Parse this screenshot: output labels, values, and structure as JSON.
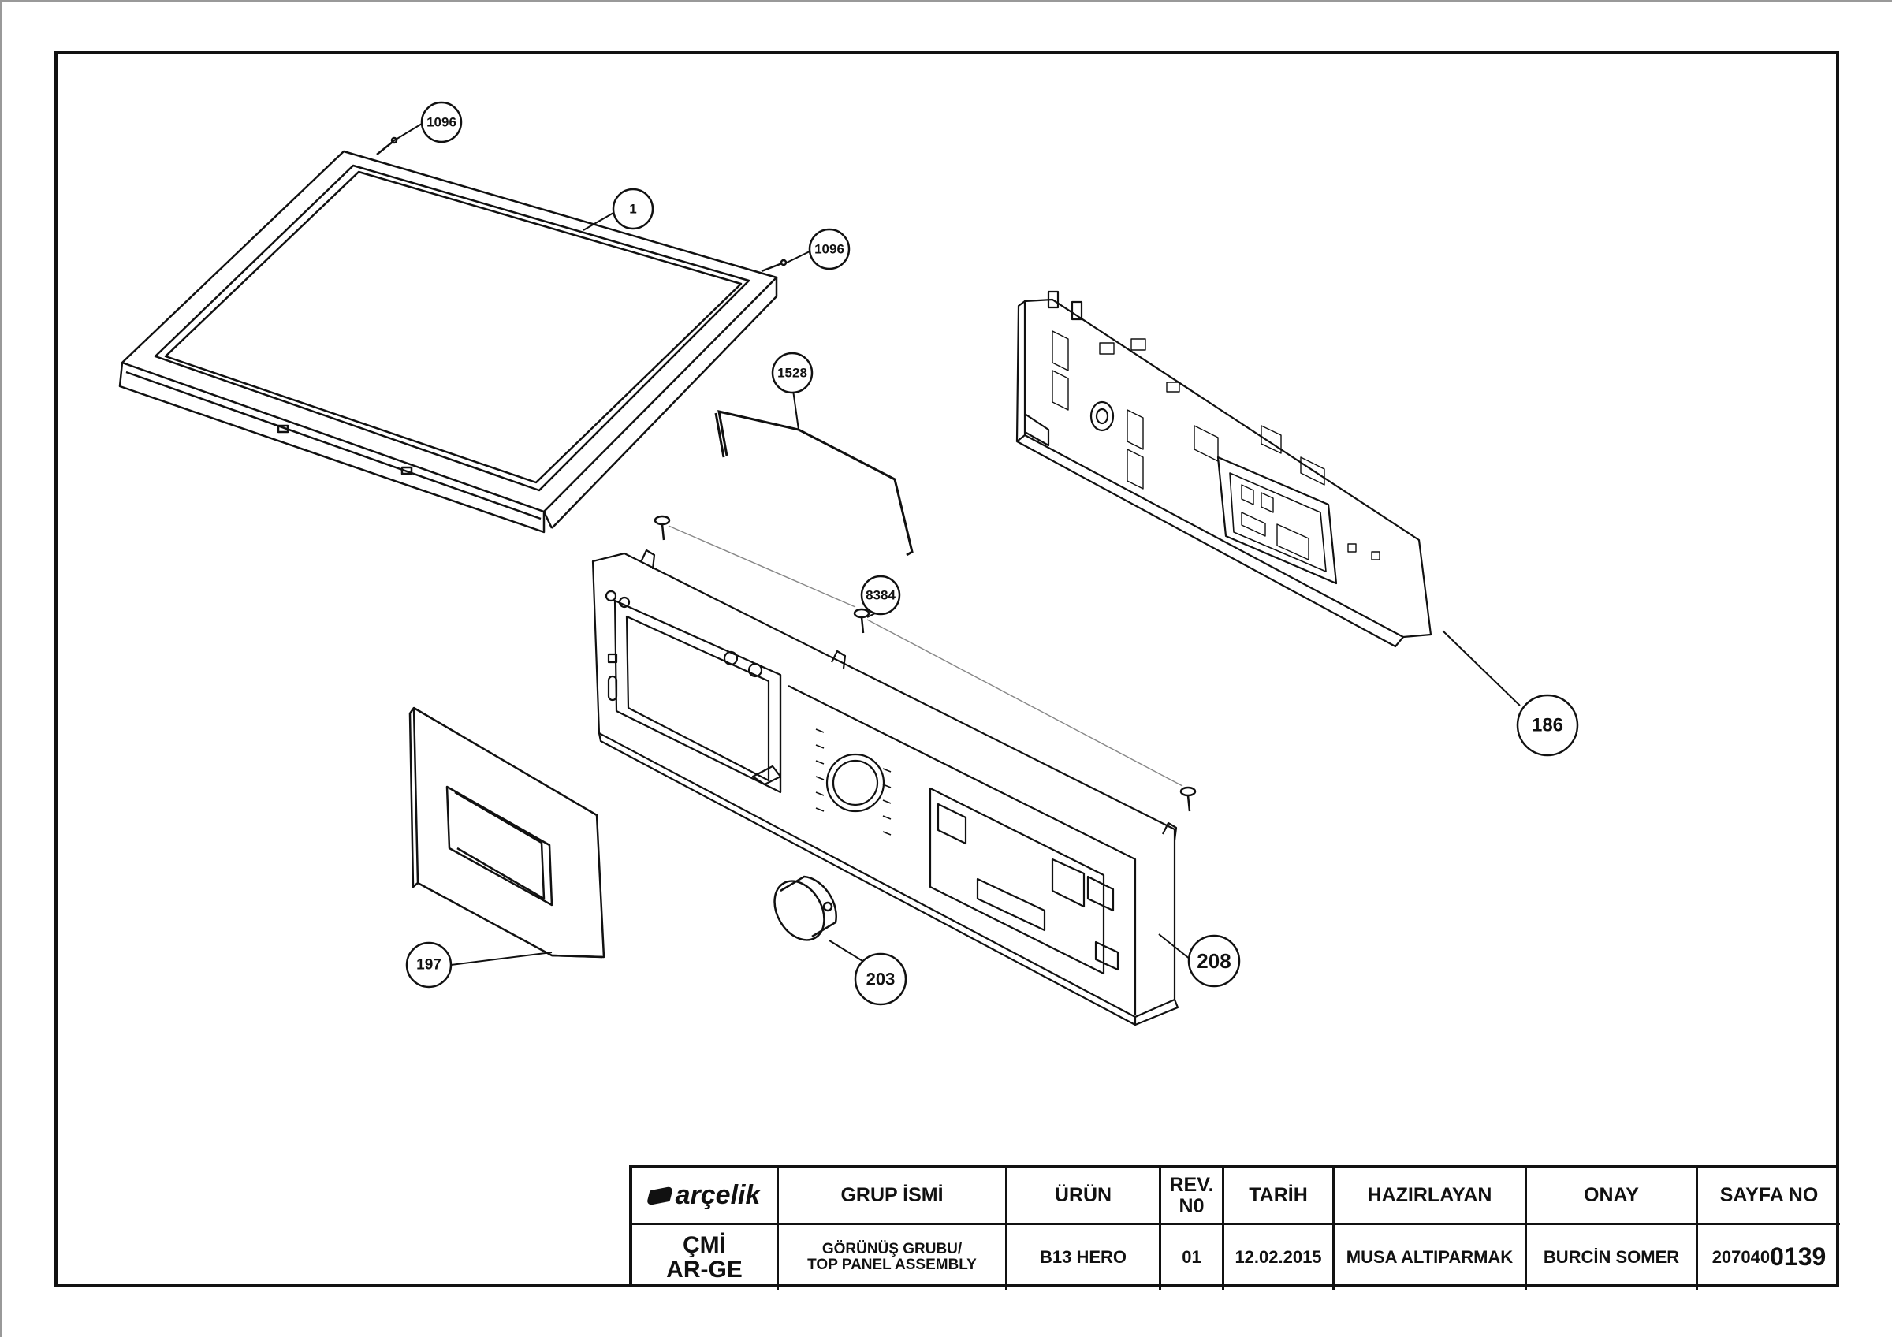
{
  "callouts": [
    {
      "id": "c1096a",
      "label": "1096"
    },
    {
      "id": "c1",
      "label": "1"
    },
    {
      "id": "c1096b",
      "label": "1096"
    },
    {
      "id": "c1528",
      "label": "1528"
    },
    {
      "id": "c8384",
      "label": "8384"
    },
    {
      "id": "c186",
      "label": "186"
    },
    {
      "id": "c197",
      "label": "197"
    },
    {
      "id": "c203",
      "label": "203"
    },
    {
      "id": "c208",
      "label": "208"
    }
  ],
  "title_block": {
    "logo_text": "arçelik",
    "headers": {
      "group_name": "GRUP İSMİ",
      "product": "ÜRÜN",
      "rev_line1": "REV.",
      "rev_line2": "N0",
      "date": "TARİH",
      "prepared_by": "HAZIRLAYAN",
      "approved_by": "ONAY",
      "page_no": "SAYFA NO"
    },
    "dept_line1": "ÇMİ",
    "dept_line2": "AR-GE",
    "group_line1": "GÖRÜNÜŞ GRUBU/",
    "group_line2": "TOP PANEL ASSEMBLY",
    "product": "B13 HERO",
    "rev": "01",
    "date": "12.02.2015",
    "prepared_by": "MUSA ALTIPARMAK",
    "approved_by": "BURCİN SOMER",
    "page_no_prefix": "207040",
    "page_no_suffix": "0139"
  },
  "colors": {
    "line": "#111111",
    "background": "#ffffff",
    "light_line": "#888888"
  }
}
